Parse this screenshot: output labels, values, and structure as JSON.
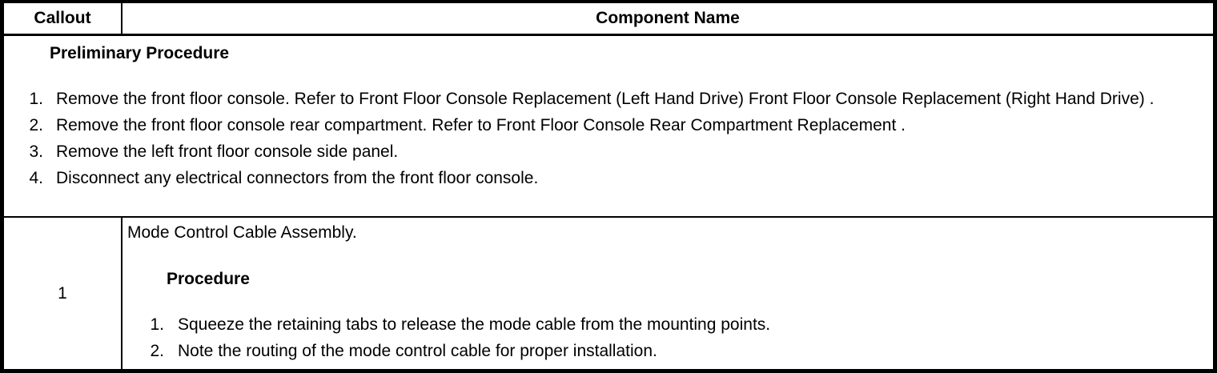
{
  "table": {
    "header": {
      "callout": "Callout",
      "component_name": "Component Name"
    },
    "preliminary": {
      "title": "Preliminary Procedure",
      "steps": [
        {
          "num": "1.",
          "text": "Remove the front floor console. Refer to Front Floor Console Replacement (Left Hand Drive) Front Floor Console Replacement (Right Hand Drive) ."
        },
        {
          "num": "2.",
          "text": "Remove the front floor console rear compartment. Refer to Front Floor Console Rear Compartment Replacement ."
        },
        {
          "num": "3.",
          "text": "Remove the left front floor console side panel."
        },
        {
          "num": "4.",
          "text": "Disconnect any electrical connectors from the front floor console."
        }
      ]
    },
    "rows": [
      {
        "callout": "1",
        "component": "Mode Control Cable Assembly.",
        "procedure_title": "Procedure",
        "steps": [
          {
            "num": "1.",
            "text": "Squeeze the retaining tabs to release the mode cable from the mounting points."
          },
          {
            "num": "2.",
            "text": "Note the routing of the mode control cable for proper installation."
          }
        ]
      }
    ]
  }
}
